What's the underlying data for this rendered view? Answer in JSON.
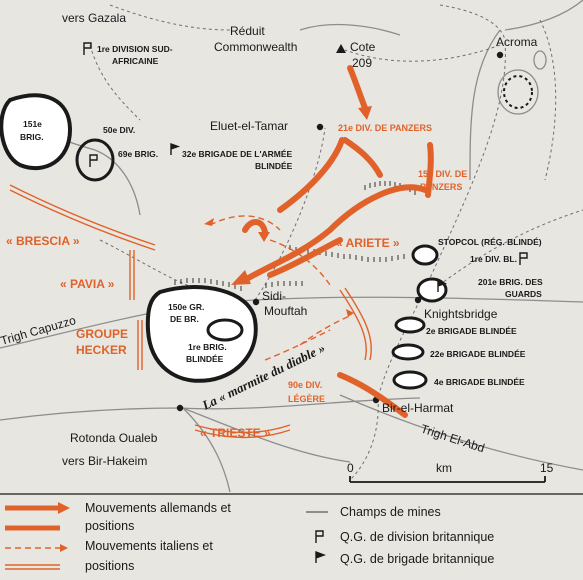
{
  "places": {
    "gazala": "vers Gazala",
    "reduit_1": "Réduit",
    "reduit_2": "Commonwealth",
    "cote_1": "Cote",
    "cote_2": "209",
    "acroma": "Acroma",
    "eluet": "Eluet-el-Tamar",
    "sidi_1": "Sidi-",
    "sidi_2": "Mouftah",
    "knightsbridge": "Knightsbridge",
    "trigh_capuzzo": "Trigh Capuzzo",
    "bir_harmat": "Bir-el-Harmat",
    "rotonda": "Rotonda Oualeb",
    "trigh_abd": "Trigh El-Abd",
    "bir_hakeim": "vers Bir-Hakeim"
  },
  "british_units": {
    "div_sud_1": "1re DIVISION SUD-",
    "div_sud_2": "AFRICAINE",
    "brig151_1": "151e",
    "brig151_2": "BRIG.",
    "div50": "50e DIV.",
    "brig69": "69e BRIG.",
    "brig32_1": "32e BRIGADE DE L'ARMÉE",
    "brig32_2": "BLINDÉE",
    "gr150_1": "150e GR.",
    "gr150_2": "DE BR.",
    "brig1_1": "1re BRIG.",
    "brig1_2": "BLINDÉE",
    "stopcol": "STOPCOL (RÉG. BLINDÉ)",
    "div_bl1": "1re DIV. BL.",
    "brig201_1": "201e BRIG. DES",
    "brig201_2": "GUARDS",
    "brig2": "2e BRIGADE BLINDÉE",
    "brig22": "22e BRIGADE BLINDÉE",
    "brig4": "4e BRIGADE BLINDÉE"
  },
  "axis_units": {
    "div21_1": "21e DIV. DE PANZERS",
    "div15_1": "15e DIV. DE",
    "div15_2": "PANZERS",
    "brescia": "« BRESCIA »",
    "ariete": "« ARIETE »",
    "pavia": "« PAVIA »",
    "hecker_1": "GROUPE",
    "hecker_2": "HECKER",
    "div90_1": "90e DIV.",
    "div90_2": "LÉGÈRE",
    "trieste": "« TRIESTE »",
    "marmite": "La « marmite du diable »"
  },
  "scale": {
    "start": "0",
    "unit": "km",
    "end": "15"
  },
  "legend": {
    "german_1": "Mouvements allemands et",
    "german_2": "positions",
    "italian_1": "Mouvements italiens et",
    "italian_2": "positions",
    "mines": "Champs de mines",
    "div_hq": "Q.G. de division britannique",
    "brig_hq": "Q.G. de brigade britannique"
  },
  "colors": {
    "german": "#e0622a",
    "italian": "#e0622a",
    "british": "#1a1a1a",
    "background": "#e8e6e1"
  }
}
